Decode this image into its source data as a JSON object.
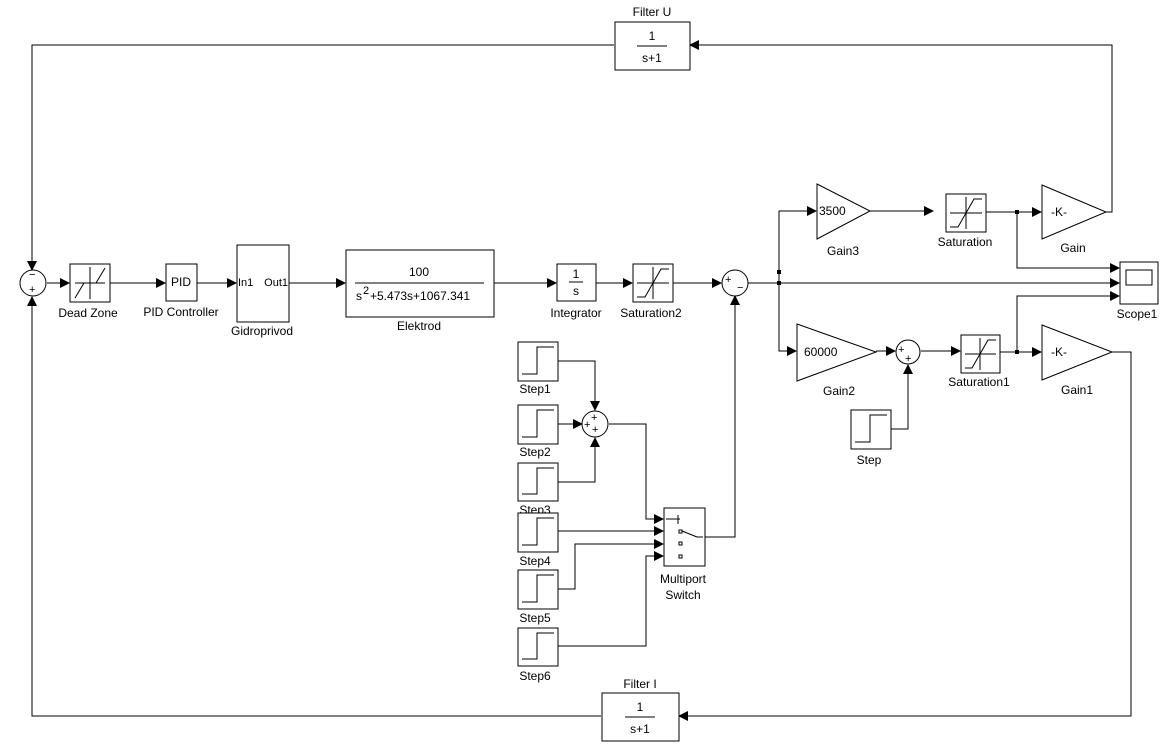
{
  "blocks": {
    "filter_u": {
      "label": "Filter U",
      "num": "1",
      "den": "s+1"
    },
    "filter_i": {
      "label": "Filter I",
      "num": "1",
      "den": "s+1"
    },
    "dead_zone": {
      "label": "Dead Zone"
    },
    "pid": {
      "label": "PID Controller",
      "text": "PID"
    },
    "gidroprivod": {
      "label": "Gidroprivod",
      "port_in": "In1",
      "port_out": "Out1"
    },
    "elektrod": {
      "label": "Elektrod",
      "num": "100",
      "den_a": "s",
      "den_exp": "2",
      "den_b": "+5.473s+1067.341"
    },
    "integrator": {
      "label": "Integrator",
      "num": "1",
      "den": "s"
    },
    "saturation2": {
      "label": "Saturation2"
    },
    "gain3": {
      "label": "Gain3",
      "value": "3500"
    },
    "saturation": {
      "label": "Saturation"
    },
    "gain": {
      "label": "Gain",
      "value": "-K-"
    },
    "scope1": {
      "label": "Scope1"
    },
    "gain2": {
      "label": "Gain2",
      "value": "60000"
    },
    "saturation1": {
      "label": "Saturation1"
    },
    "gain1": {
      "label": "Gain1",
      "value": "-K-"
    },
    "step": {
      "label": "Step"
    },
    "step1": {
      "label": "Step1"
    },
    "step2": {
      "label": "Step2"
    },
    "step3": {
      "label": "Step3"
    },
    "step4": {
      "label": "Step4"
    },
    "step5": {
      "label": "Step5"
    },
    "step6": {
      "label": "Step6"
    },
    "multiport": {
      "label_line1": "Multiport",
      "label_line2": "Switch"
    }
  },
  "signs": {
    "sum_main": {
      "top": "−",
      "bottom": "+"
    },
    "sum_mid": {
      "left": "+",
      "right": "−"
    },
    "sum_steps": {
      "left": "+",
      "top": "+",
      "bottom": "+"
    },
    "sum_gain2": {
      "left": "+",
      "bottom": "+"
    }
  }
}
